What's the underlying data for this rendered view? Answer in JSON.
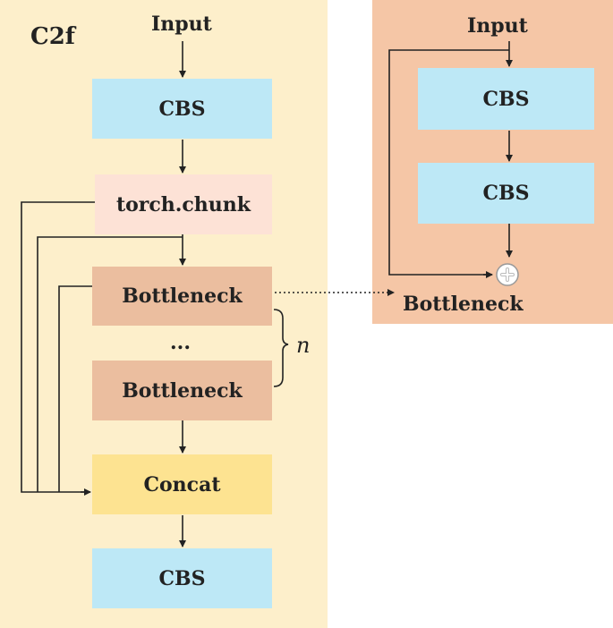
{
  "c2f": {
    "title": "C2f",
    "input": "Input",
    "cbs_top": "CBS",
    "chunk": "torch.chunk",
    "bottleneck_1": "Bottleneck",
    "ellipsis": "...",
    "bottleneck_2": "Bottleneck",
    "repeat_symbol": "n",
    "concat": "Concat",
    "cbs_bottom": "CBS"
  },
  "bottleneck_detail": {
    "input": "Input",
    "cbs_1": "CBS",
    "cbs_2": "CBS",
    "label": "Bottleneck"
  },
  "colors": {
    "c2f_panel": "#fdefcb",
    "bottleneck_panel": "#f5c6a6",
    "cbs": "#bde8f6",
    "chunk": "#fde2d6",
    "bottleneck_box": "#ebbe9f",
    "concat": "#fde391"
  }
}
